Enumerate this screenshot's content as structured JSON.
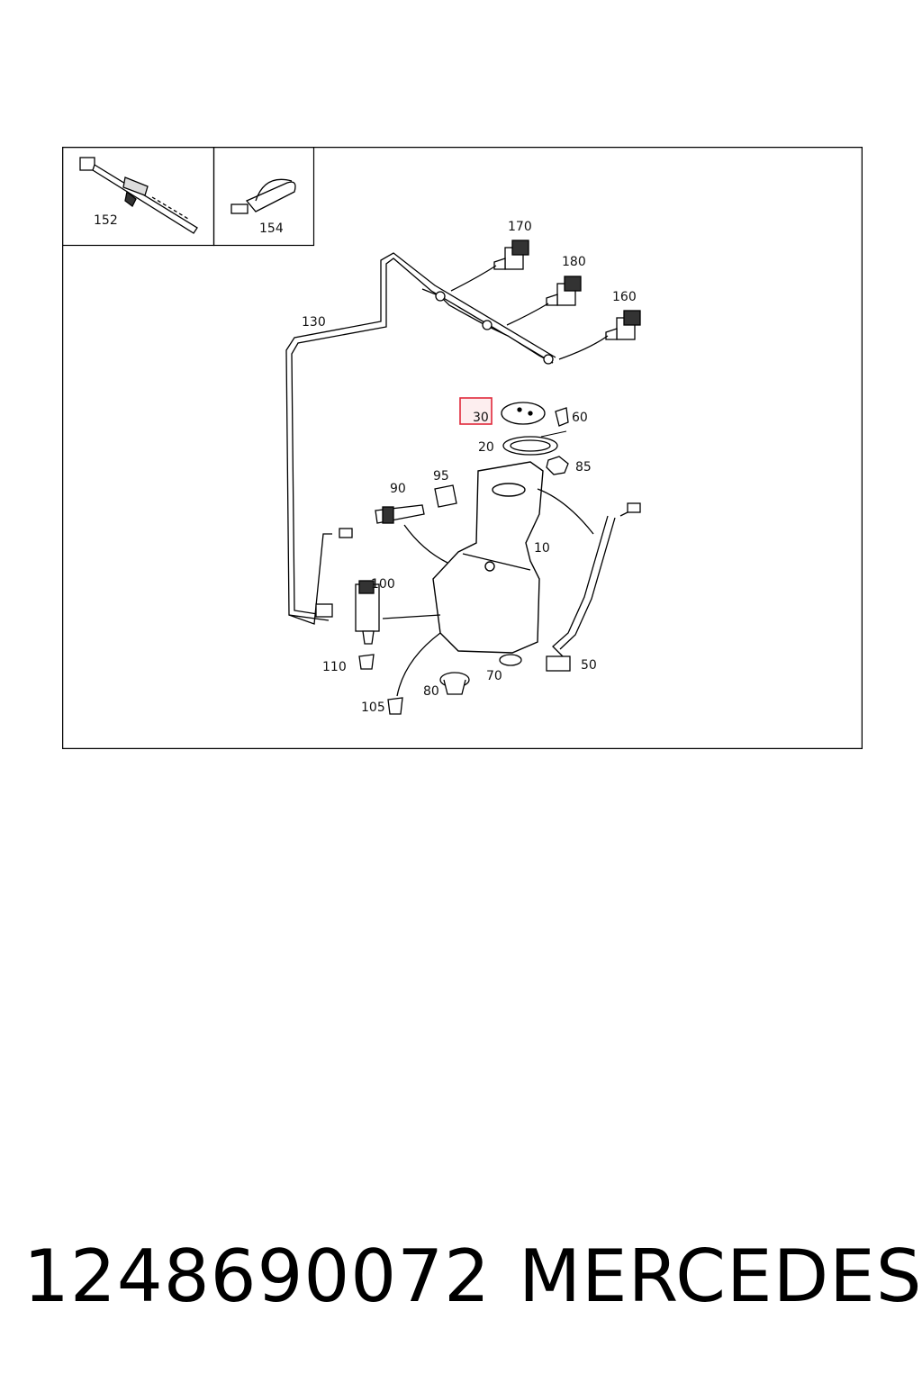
{
  "diagram": {
    "callouts": {
      "c152": "152",
      "c154": "154",
      "c170": "170",
      "c180": "180",
      "c160": "160",
      "c130": "130",
      "c30": "30",
      "c60": "60",
      "c20": "20",
      "c85": "85",
      "c95": "95",
      "c90": "90",
      "c10": "10",
      "c100": "100",
      "c110": "110",
      "c80": "80",
      "c70": "70",
      "c50": "50",
      "c105": "105"
    },
    "highlight_color": "#e0283a",
    "highlight_fill": "#fbe3e5",
    "highlighted_callout": "30"
  },
  "footer": {
    "part_number": "1248690072",
    "brand": "MERCEDES"
  }
}
